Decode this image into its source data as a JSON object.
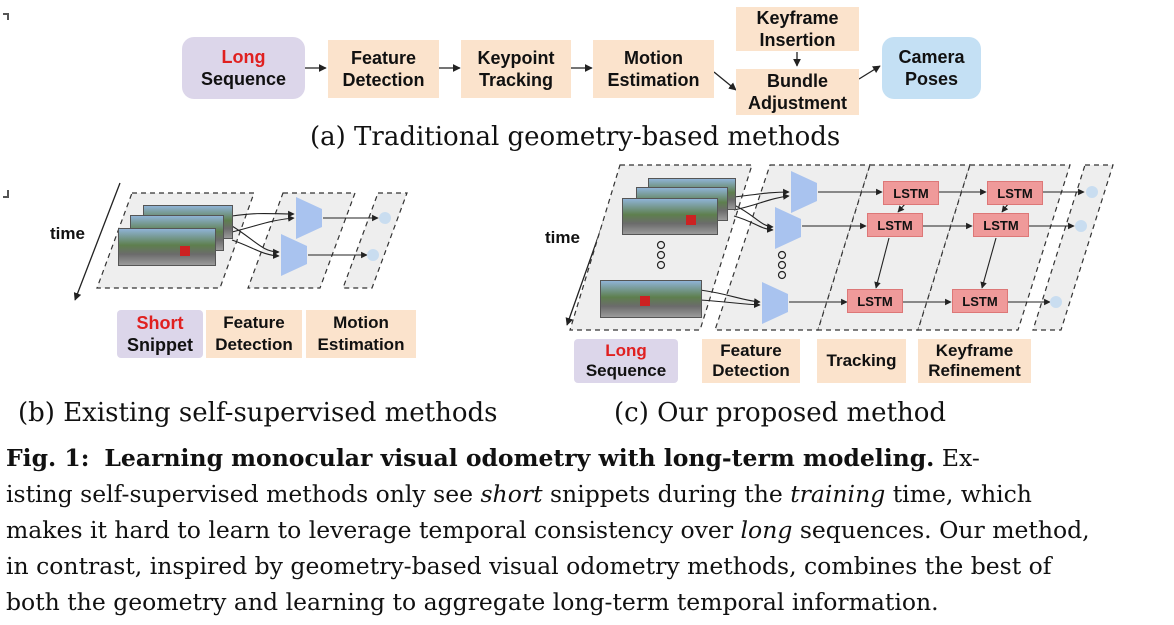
{
  "panel_a": {
    "long_word": "Long",
    "sequence_word": "Sequence",
    "feature_detection": [
      "Feature",
      "Detection"
    ],
    "keypoint_tracking": [
      "Keypoint",
      "Tracking"
    ],
    "motion_estimation": [
      "Motion",
      "Estimation"
    ],
    "keyframe_insertion": [
      "Keyframe",
      "Insertion"
    ],
    "bundle_adjustment": [
      "Bundle",
      "Adjustment"
    ],
    "camera_poses": [
      "Camera",
      "Poses"
    ],
    "caption": "(a) Traditional geometry-based methods"
  },
  "panel_b": {
    "time_label": "time",
    "short_word": "Short",
    "snippet_word": "Snippet",
    "feature_detection": [
      "Feature",
      "Detection"
    ],
    "motion_estimation": [
      "Motion",
      "Estimation"
    ],
    "caption": "(b) Existing self-supervised methods"
  },
  "panel_c": {
    "time_label": "time",
    "lstm_label": "LSTM",
    "long_word": "Long",
    "sequence_word": "Sequence",
    "feature_detection": [
      "Feature",
      "Detection"
    ],
    "tracking": "Tracking",
    "keyframe_refinement": [
      "Keyframe",
      "Refinement"
    ],
    "caption": "(c) Our proposed method"
  },
  "figure_text": {
    "fig_label": "Fig. 1:",
    "fig_title": "Learning monocular visual odometry with long-term modeling.",
    "l1_a": "Ex-",
    "l2_a": "isting self-supervised methods only see ",
    "l2_short": "short",
    "l2_b": " snippets during the ",
    "l2_training": "training",
    "l2_c": " time, which",
    "l3_a": "makes it hard to learn to leverage temporal consistency over ",
    "l3_long": "long",
    "l3_b": " sequences. Our method,",
    "l4": "in contrast, inspired by geometry-based visual odometry methods, combines the best of",
    "l5": "both the geometry and learning to aggregate long-term temporal information."
  },
  "colors": {
    "orange_box": "#fbe3cc",
    "purple_box": "#dcd6ea",
    "blue_box": "#c4e0f4",
    "red_text": "#e02020",
    "lstm_box": "#ef9a9a",
    "encoder": "#a9c3ef"
  }
}
